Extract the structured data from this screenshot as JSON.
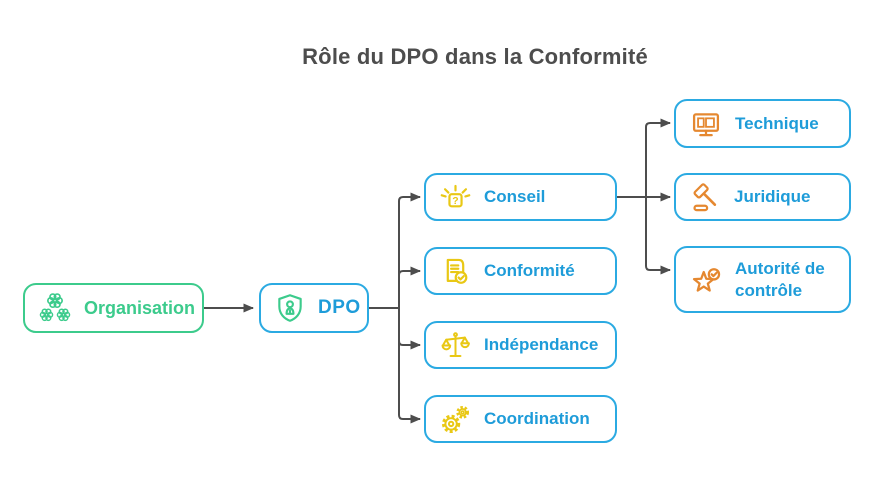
{
  "title": "Rôle du DPO dans la Conformité",
  "colors": {
    "green": "#3CCB8C",
    "blue_border": "#2BAAE2",
    "blue_text": "#1E9CD9",
    "yellow": "#E9C815",
    "orange": "#E58830",
    "connector": "#4D4D4D",
    "title_color": "#4D4D4D"
  },
  "nodes": {
    "organisation": {
      "label": "Organisation",
      "icon": "organization-icon"
    },
    "dpo": {
      "label": "DPO",
      "icon": "shield-person-icon"
    },
    "conseil": {
      "label": "Conseil",
      "icon": "idea-question-icon",
      "icon_glyph": "?"
    },
    "conformite": {
      "label": "Conformité",
      "icon": "document-check-icon"
    },
    "independance": {
      "label": "Indépendance",
      "icon": "balance-scale-icon"
    },
    "coordination": {
      "label": "Coordination",
      "icon": "gears-icon"
    },
    "technique": {
      "label": "Technique",
      "icon": "monitor-icon"
    },
    "juridique": {
      "label": "Juridique",
      "icon": "gavel-icon"
    },
    "autorite": {
      "label": "Autorité de contrôle",
      "icon": "star-check-icon"
    }
  },
  "edges": [
    {
      "from": "organisation",
      "to": "dpo"
    },
    {
      "from": "dpo",
      "to": "conseil"
    },
    {
      "from": "dpo",
      "to": "conformite"
    },
    {
      "from": "dpo",
      "to": "independance"
    },
    {
      "from": "dpo",
      "to": "coordination"
    },
    {
      "from": "conseil",
      "to": "technique"
    },
    {
      "from": "conseil",
      "to": "juridique"
    },
    {
      "from": "conseil",
      "to": "autorite"
    }
  ]
}
